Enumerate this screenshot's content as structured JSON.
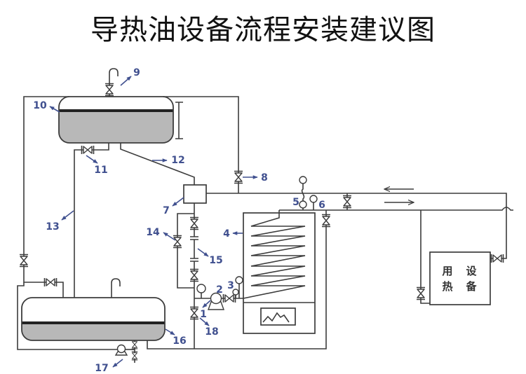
{
  "title": "导热油设备流程安装建议图",
  "colors": {
    "label": "#40508f",
    "pipe": "#3c3c3c",
    "oil": "#b8b8b8",
    "oil_level": "#222222",
    "text": "#111111",
    "equip_text": "#333333"
  },
  "callouts": [
    "1",
    "2",
    "3",
    "4",
    "5",
    "6",
    "7",
    "8",
    "9",
    "10",
    "11",
    "12",
    "13",
    "14",
    "15",
    "16",
    "17",
    "18"
  ],
  "user_equipment": {
    "label": "用热设备",
    "grid": [
      [
        "用",
        "设"
      ],
      [
        "热",
        "备"
      ]
    ]
  },
  "flow_arrows": {
    "upper_line": "left",
    "lower_line": "right"
  }
}
